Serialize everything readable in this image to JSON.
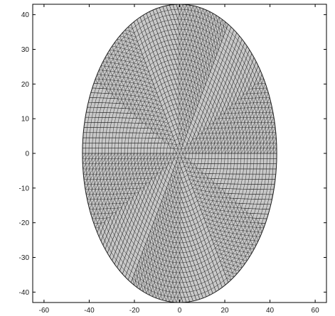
{
  "chart_data": {
    "type": "scatter",
    "description_style": "triangulated mesh of a filled disk",
    "title": "",
    "xlabel": "",
    "ylabel": "",
    "xlim": [
      -65,
      65
    ],
    "ylim": [
      -43,
      43
    ],
    "x_ticks": [
      -60,
      -40,
      -20,
      0,
      20,
      40,
      60
    ],
    "y_ticks": [
      -40,
      -30,
      -20,
      -10,
      0,
      10,
      20,
      30,
      40
    ],
    "x_tick_labels": [
      "-60",
      "-40",
      "-20",
      "0",
      "20",
      "40",
      "60"
    ],
    "y_tick_labels": [
      "-40",
      "-30",
      "-20",
      "-10",
      "0",
      "10",
      "20",
      "30",
      "40"
    ],
    "shape": {
      "center": [
        0,
        0
      ],
      "radius": 43
    },
    "mesh": {
      "rings": 30,
      "edge_color": "#1e1e1e",
      "face_color": "#c9c9c9"
    },
    "grid": false,
    "legend": "none"
  }
}
